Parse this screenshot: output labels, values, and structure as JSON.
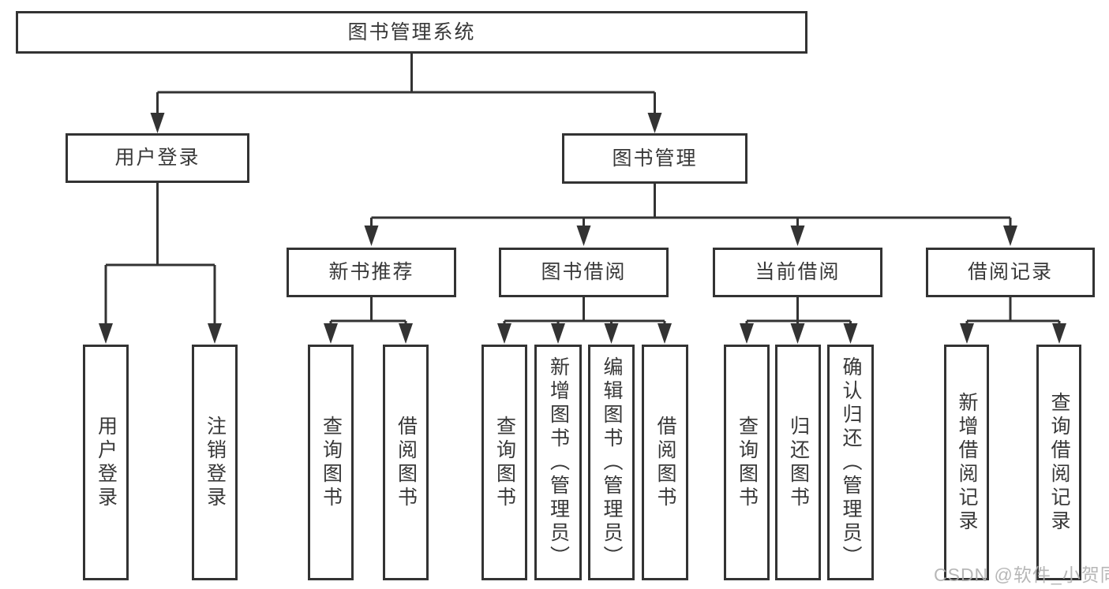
{
  "diagram": {
    "root": {
      "label": "图书管理系统"
    },
    "children": [
      {
        "id": "user-login",
        "label": "用户登录",
        "children": [
          {
            "label": "用户登录"
          },
          {
            "label": "注销登录"
          }
        ]
      },
      {
        "id": "book-mgmt",
        "label": "图书管理",
        "children": [
          {
            "id": "new-book",
            "label": "新书推荐",
            "children": [
              {
                "label": "查询图书"
              },
              {
                "label": "借阅图书"
              }
            ]
          },
          {
            "id": "book-borrow",
            "label": "图书借阅",
            "children": [
              {
                "label": "查询图书"
              },
              {
                "label": "新增图书（管理员）"
              },
              {
                "label": "编辑图书（管理员）"
              },
              {
                "label": "借阅图书"
              }
            ]
          },
          {
            "id": "current-borrow",
            "label": "当前借阅",
            "children": [
              {
                "label": "查询图书"
              },
              {
                "label": "归还图书"
              },
              {
                "label": "确认归还（管理员）"
              }
            ]
          },
          {
            "id": "borrow-record",
            "label": "借阅记录",
            "children": [
              {
                "label": "新增借阅记录"
              },
              {
                "label": "查询借阅记录"
              }
            ]
          }
        ]
      }
    ]
  },
  "watermark": {
    "text": "CSDN @软件_小贺同学"
  },
  "colors": {
    "line": "#333333",
    "text": "#383838",
    "watermark": "#b0b0b0",
    "background": "#ffffff"
  }
}
